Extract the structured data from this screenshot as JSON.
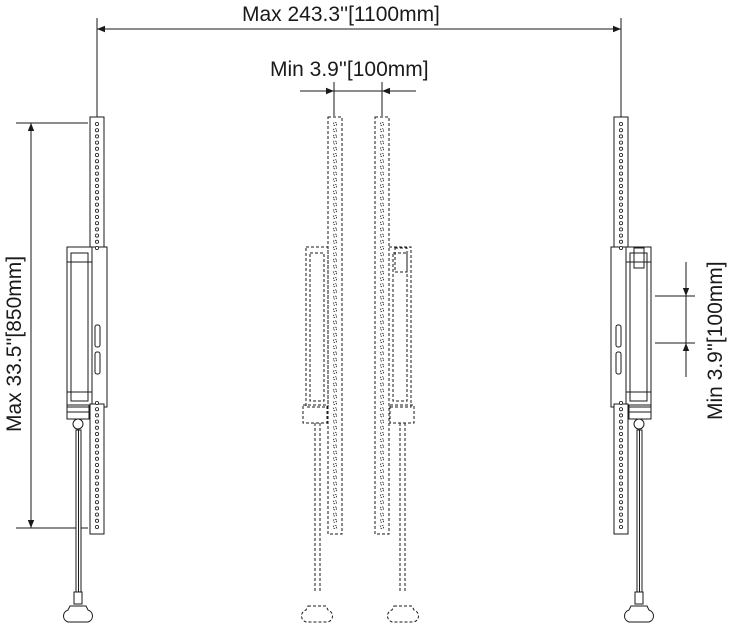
{
  "dimensions": {
    "max_width": "Max 243.3''[1100mm]",
    "min_gap": "Min 3.9''[100mm]",
    "max_height": "Max 33.5''[850mm]",
    "min_vertical": "Min 3.9''[100mm]"
  },
  "colors": {
    "line": "#1a1a1a",
    "panel": "#ffffff"
  }
}
